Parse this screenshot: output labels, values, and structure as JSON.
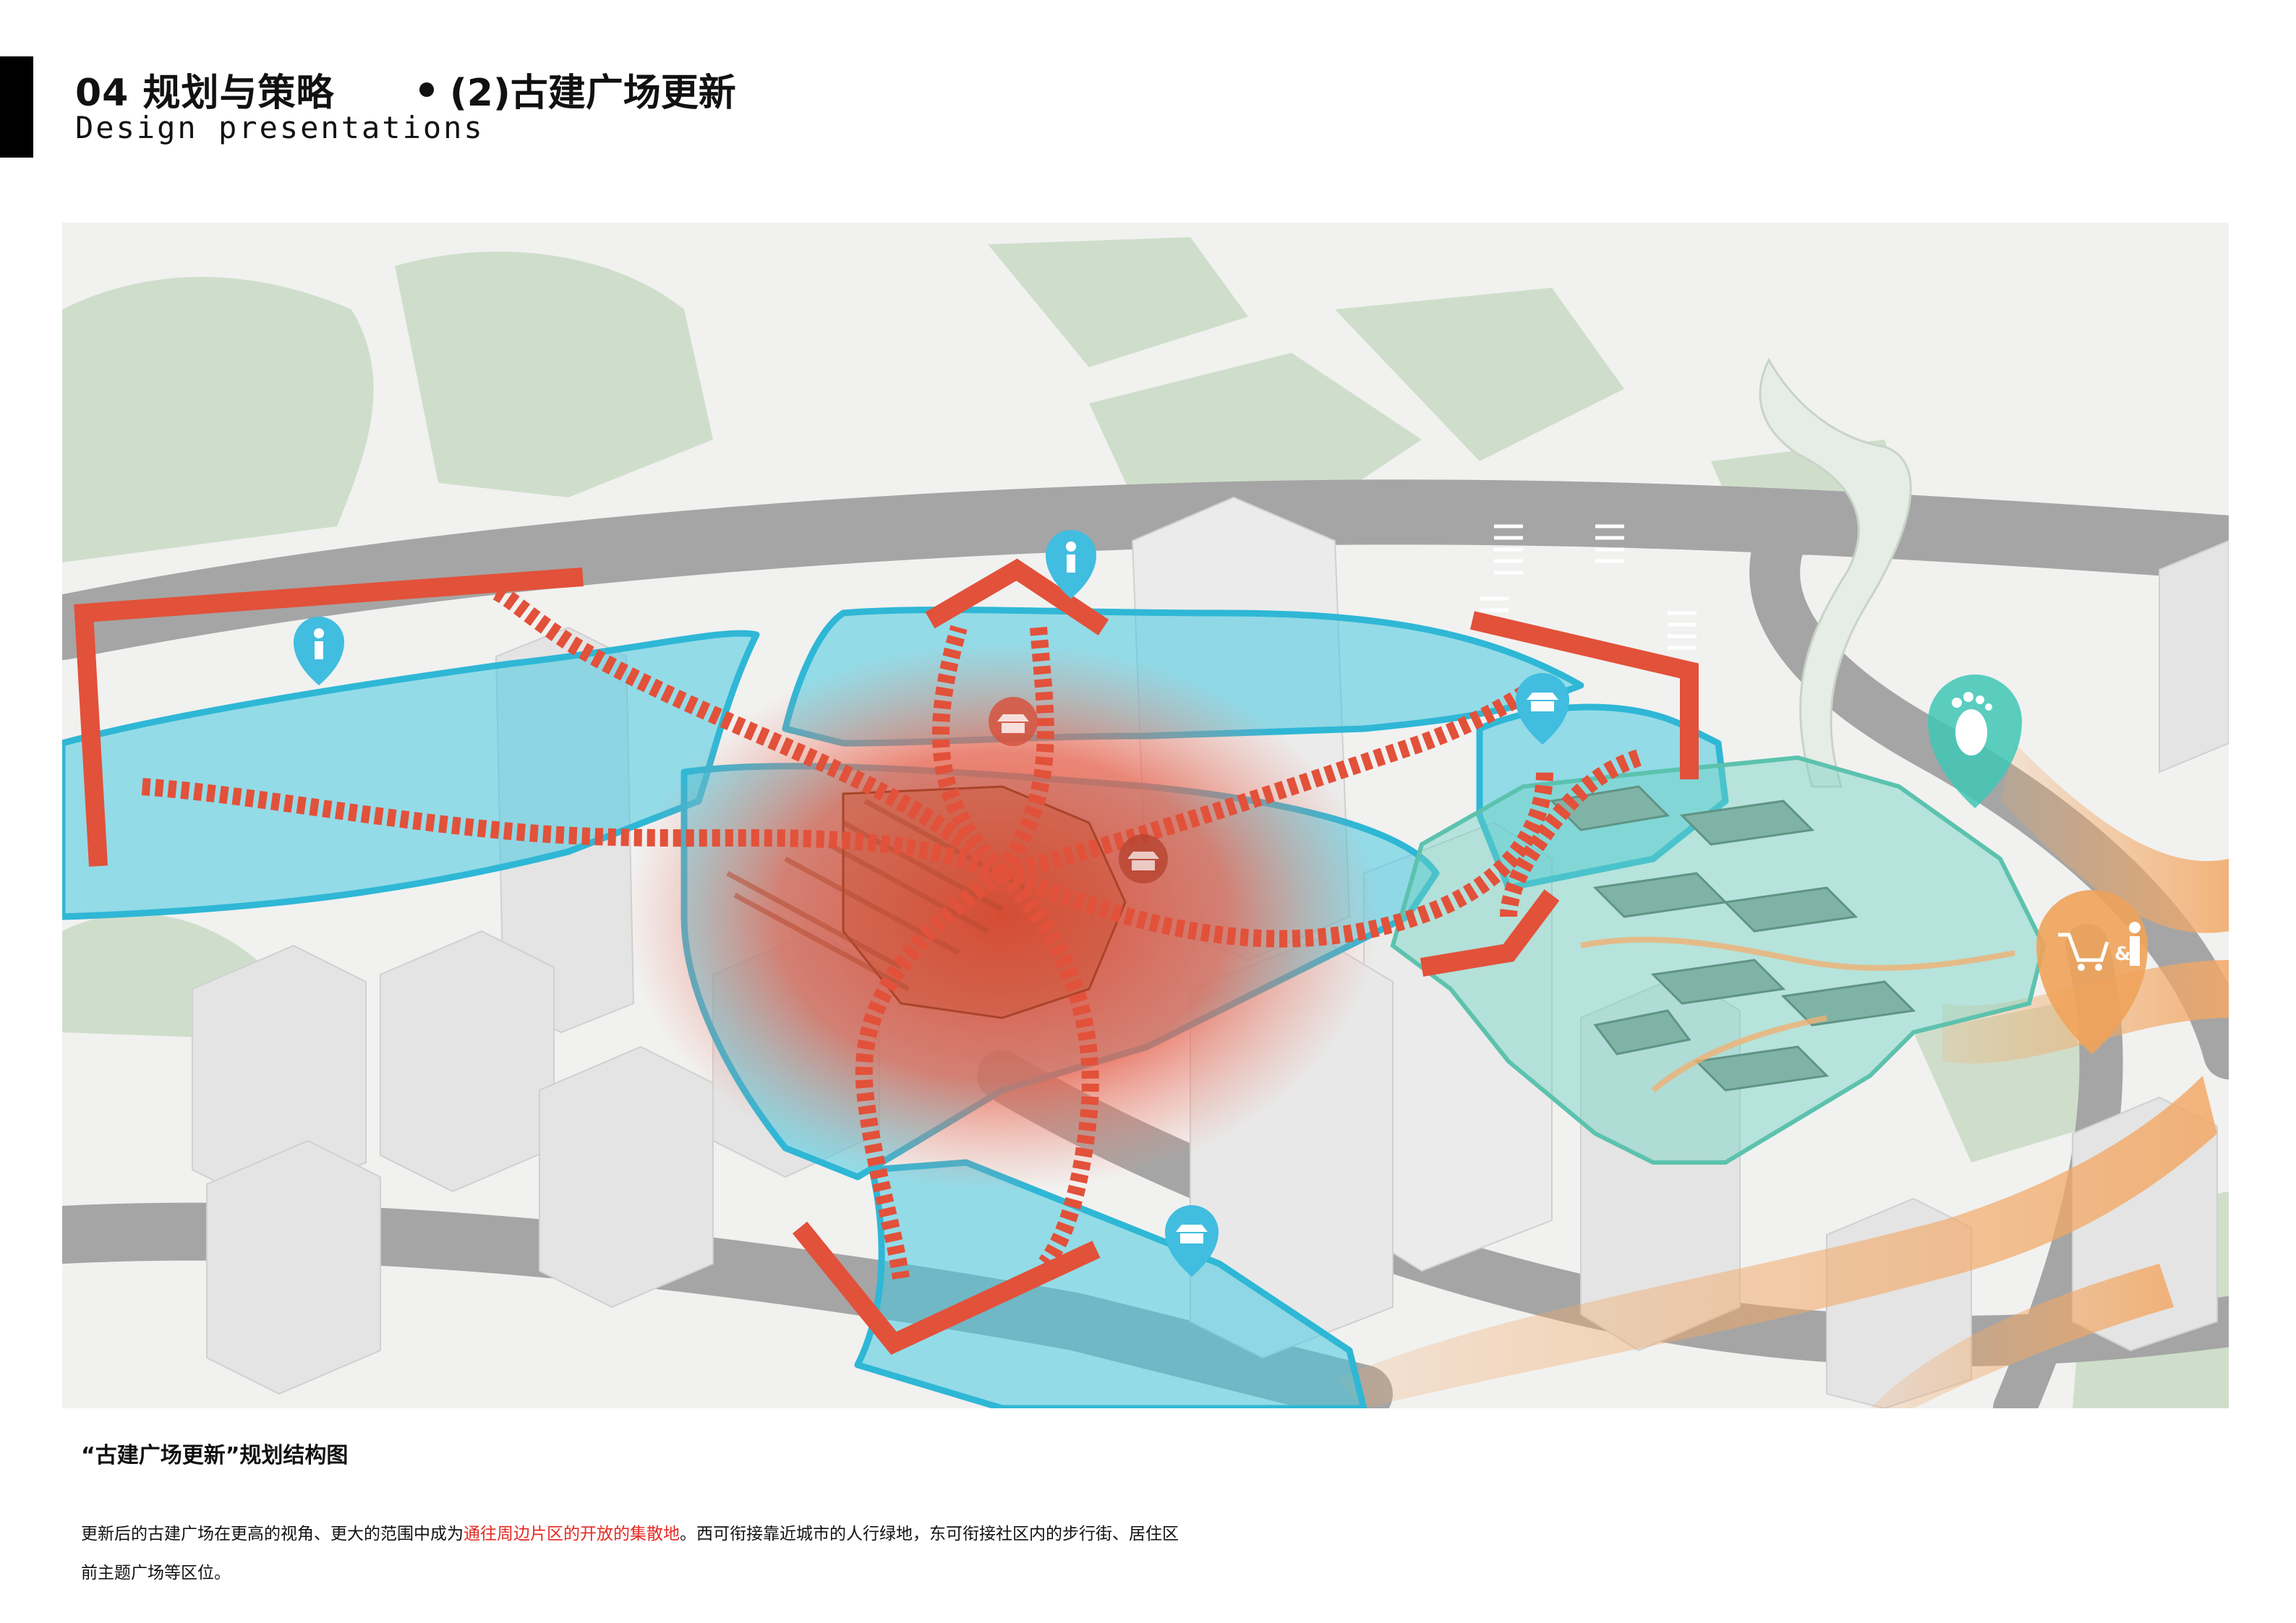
{
  "header": {
    "section_title": "04 规划与策略",
    "subtitle": "(2)古建广场更新",
    "english_title": "Design presentations"
  },
  "figure": {
    "caption": "“古建广场更新”规划结构图"
  },
  "body": {
    "line_part1": "更新后的古建广场在更高的视角、更大的范围中成为",
    "highlight": "通往周边片区的开放的集散地",
    "line_part2": "。西可衔接靠近城市的人行绿地，东可衔接社区内的步行街、居住区前主题广场等区位。"
  },
  "map_icons": {
    "shopping_text": "&"
  },
  "colors": {
    "accent_red": "#e2513a",
    "zone_blue": "#46c8e0",
    "zone_teal": "#6fd3c0",
    "path_orange": "#f3a865",
    "green_space": "#c7d8c2",
    "road_gray": "#9b9b9b",
    "highlight_text": "#e52a23"
  }
}
